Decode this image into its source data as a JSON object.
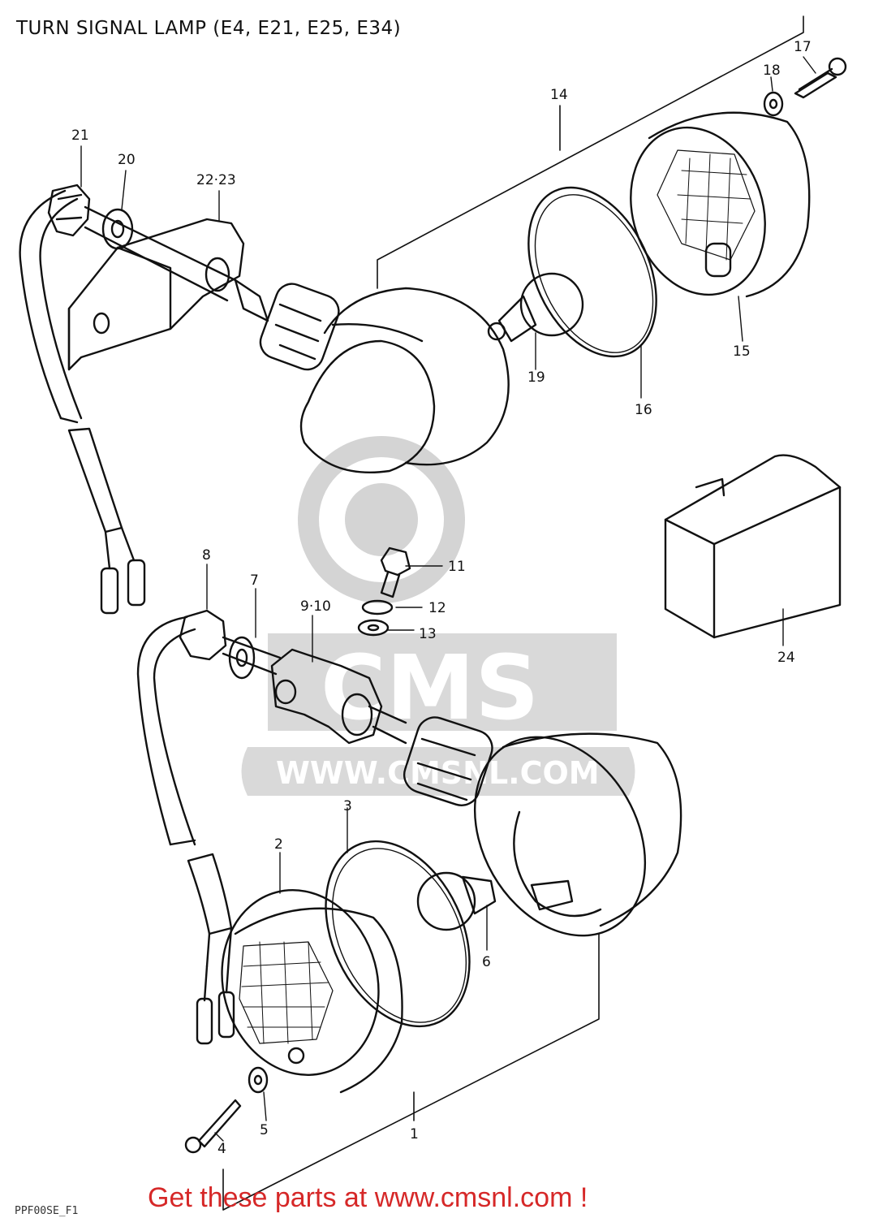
{
  "title": "TURN SIGNAL LAMP (E4, E21, E25, E34)",
  "footer_text": "Get these parts at www.cmsnl.com !",
  "drawing_code": "PPF00SE_F1",
  "watermark": {
    "brand": "CMS",
    "url": "WWW.CMSNL.COM"
  },
  "colors": {
    "line": "#111111",
    "footer": "#d62828",
    "watermark": "#d4d4d4"
  },
  "callouts": {
    "c1": "1",
    "c2": "2",
    "c3": "3",
    "c4": "4",
    "c5": "5",
    "c6": "6",
    "c7": "7",
    "c8": "8",
    "c9_10": "9·10",
    "c11": "11",
    "c12": "12",
    "c13": "13",
    "c14": "14",
    "c15": "15",
    "c16": "16",
    "c17": "17",
    "c18": "18",
    "c19": "19",
    "c20": "20",
    "c21": "21",
    "c22_23": "22·23",
    "c24": "24"
  }
}
